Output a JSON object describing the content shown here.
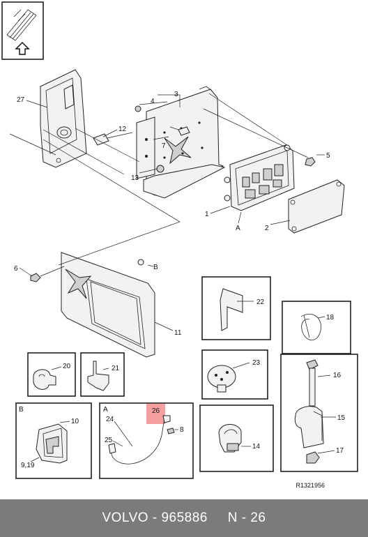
{
  "callouts": {
    "c1": "1",
    "c2": "2",
    "c3": "3",
    "c4": "4",
    "c5": "5",
    "c6": "6",
    "c7": "7",
    "c11": "11",
    "c12": "12",
    "c13": "13",
    "c27": "27",
    "cA_main": "A",
    "cB_main": "B",
    "c22": "22",
    "c18": "18",
    "c20": "20",
    "c21": "21",
    "c23": "23",
    "c16": "16",
    "c15": "15",
    "c17": "17",
    "c10": "10",
    "c919": "9,19",
    "c26": "26",
    "c8": "8",
    "c24": "24",
    "c25": "25",
    "c14": "14"
  },
  "box_labels": {
    "b": "B",
    "a": "A"
  },
  "highlight": {
    "part": "26",
    "color": "#f4a0a0"
  },
  "diagram_ref": "R1321956",
  "footer": {
    "brand": "VOLVO",
    "sep1": " - ",
    "part_number": "965886",
    "sep2": "     ",
    "page": "N - 26"
  },
  "colors": {
    "footer_bg": "#7b7b7b",
    "footer_text": "#ffffff"
  }
}
